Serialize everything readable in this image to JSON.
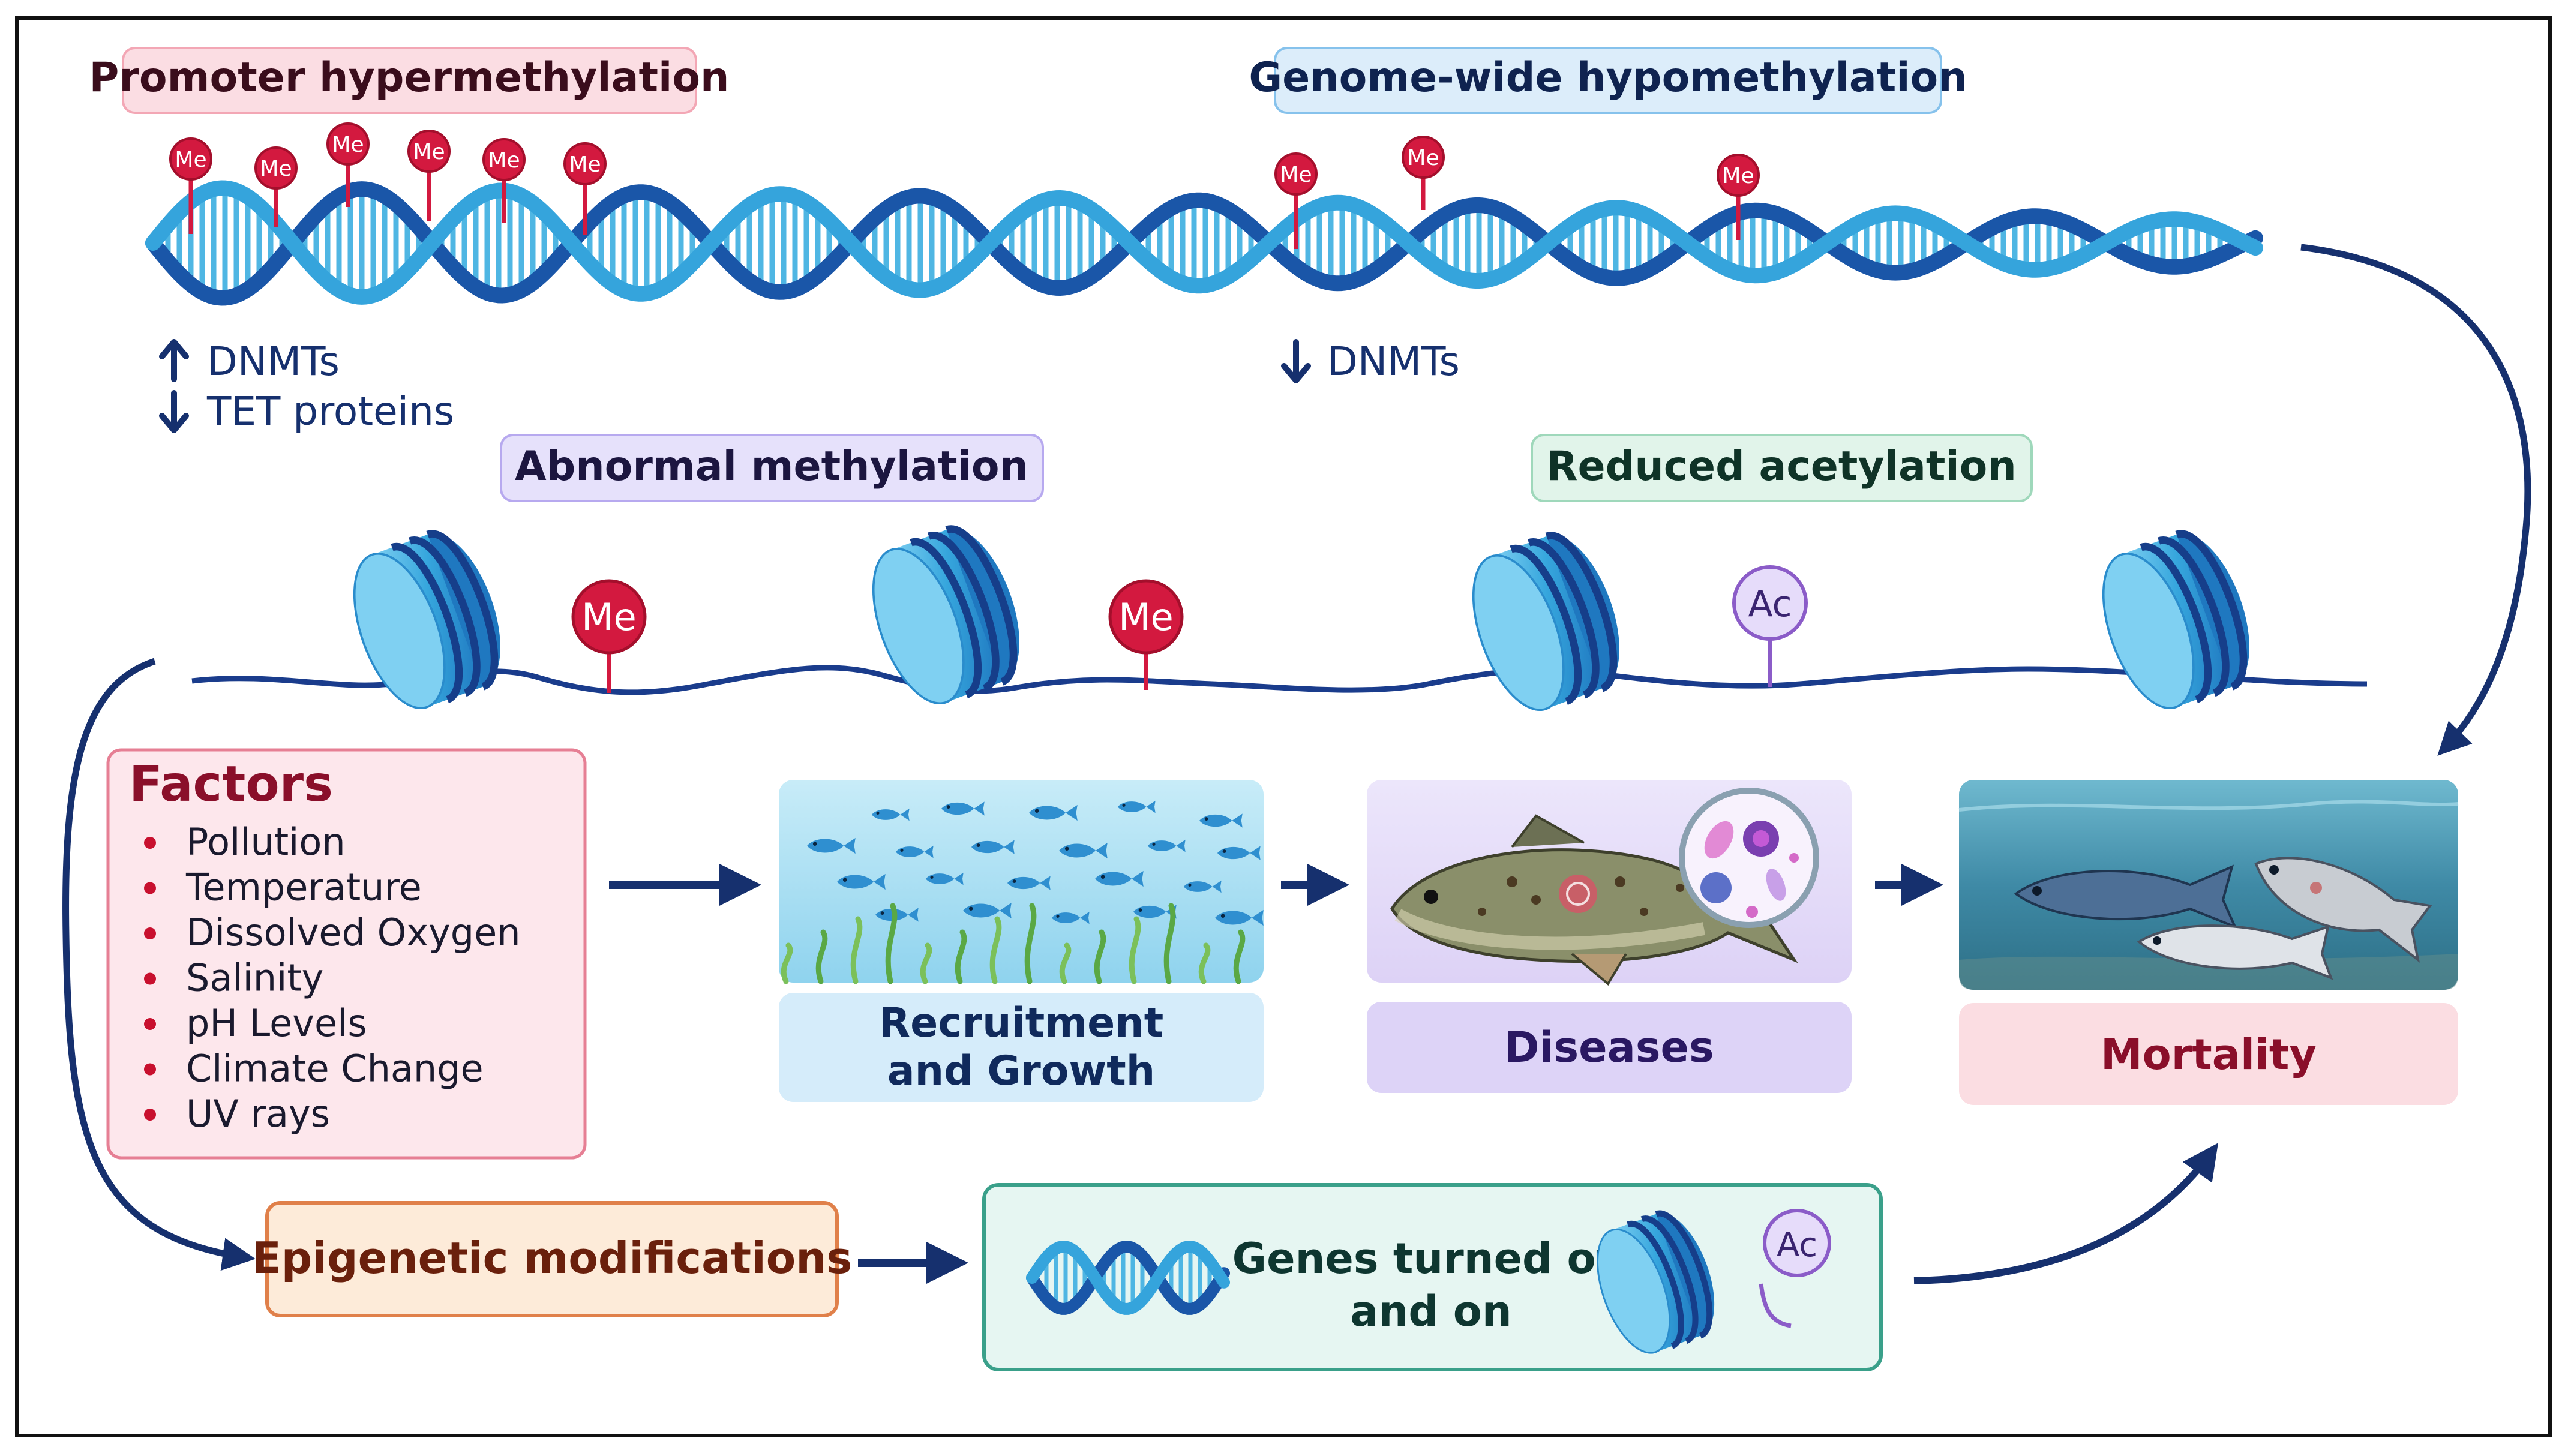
{
  "top": {
    "promoter_label": "Promoter hypermethylation",
    "genome_label": "Genome-wide hypomethylation",
    "dnmts_up": "DNMTs",
    "tet_down": "TET proteins",
    "dnmts_down": "DNMTs",
    "me_tag": "Me"
  },
  "chromatin": {
    "abnormal_label": "Abnormal methylation",
    "reduced_label": "Reduced acetylation",
    "me_tag": "Me",
    "ac_tag": "Ac"
  },
  "factors": {
    "title": "Factors",
    "items": [
      "Pollution",
      "Temperature",
      "Dissolved Oxygen",
      "Salinity",
      "pH Levels",
      "Climate Change",
      "UV rays"
    ]
  },
  "outcomes": {
    "recruitment_line1": "Recruitment",
    "recruitment_line2": "and Growth",
    "diseases": "Diseases",
    "mortality": "Mortality"
  },
  "bottom": {
    "epigenetic_label": "Epigenetic modifications",
    "genes_line1": "Genes turned off",
    "genes_line2": "and on",
    "ac_tag": "Ac"
  },
  "colors": {
    "navy": "#16306e",
    "dna_dark": "#1a56a8",
    "dna_light": "#35a4dc",
    "me_red": "#d3193f",
    "ac_purple": "#8b5cc8",
    "pink_fill": "#fde3e8",
    "blue_fill": "#dff0fb",
    "purple_fill": "#ece6fb",
    "green_fill": "#e3f5ec",
    "orange_fill": "#fdebd8"
  }
}
